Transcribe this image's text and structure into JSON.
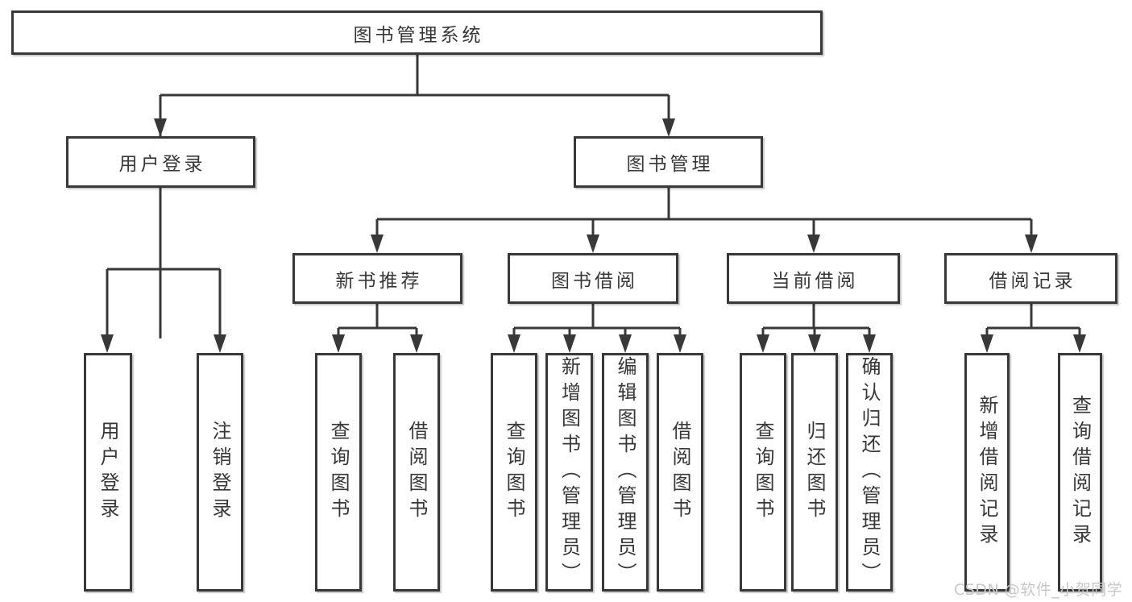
{
  "diagram": {
    "root": "图书管理系统",
    "level2": {
      "user_login": "用户登录",
      "book_management": "图书管理"
    },
    "level3": {
      "new_book_recommend": "新书推荐",
      "book_borrow": "图书借阅",
      "current_borrow": "当前借阅",
      "borrow_record": "借阅记录"
    },
    "level4": {
      "under_user_login": [
        "用户登录",
        "注销登录"
      ],
      "under_new_book_recommend": [
        "查询图书",
        "借阅图书"
      ],
      "under_book_borrow": [
        "查询图书",
        "新增图书（管理员）",
        "编辑图书（管理员）",
        "借阅图书"
      ],
      "under_current_borrow": [
        "查询图书",
        "归还图书",
        "确认归还（管理员）"
      ],
      "under_borrow_record": [
        "新增借阅记录",
        "查询借阅记录"
      ]
    }
  },
  "watermark": "CSDN @软件_小贺同学",
  "colors": {
    "line": "#383838",
    "text": "#373737",
    "background": "#ffffff",
    "watermark": "#c7c7ca"
  }
}
